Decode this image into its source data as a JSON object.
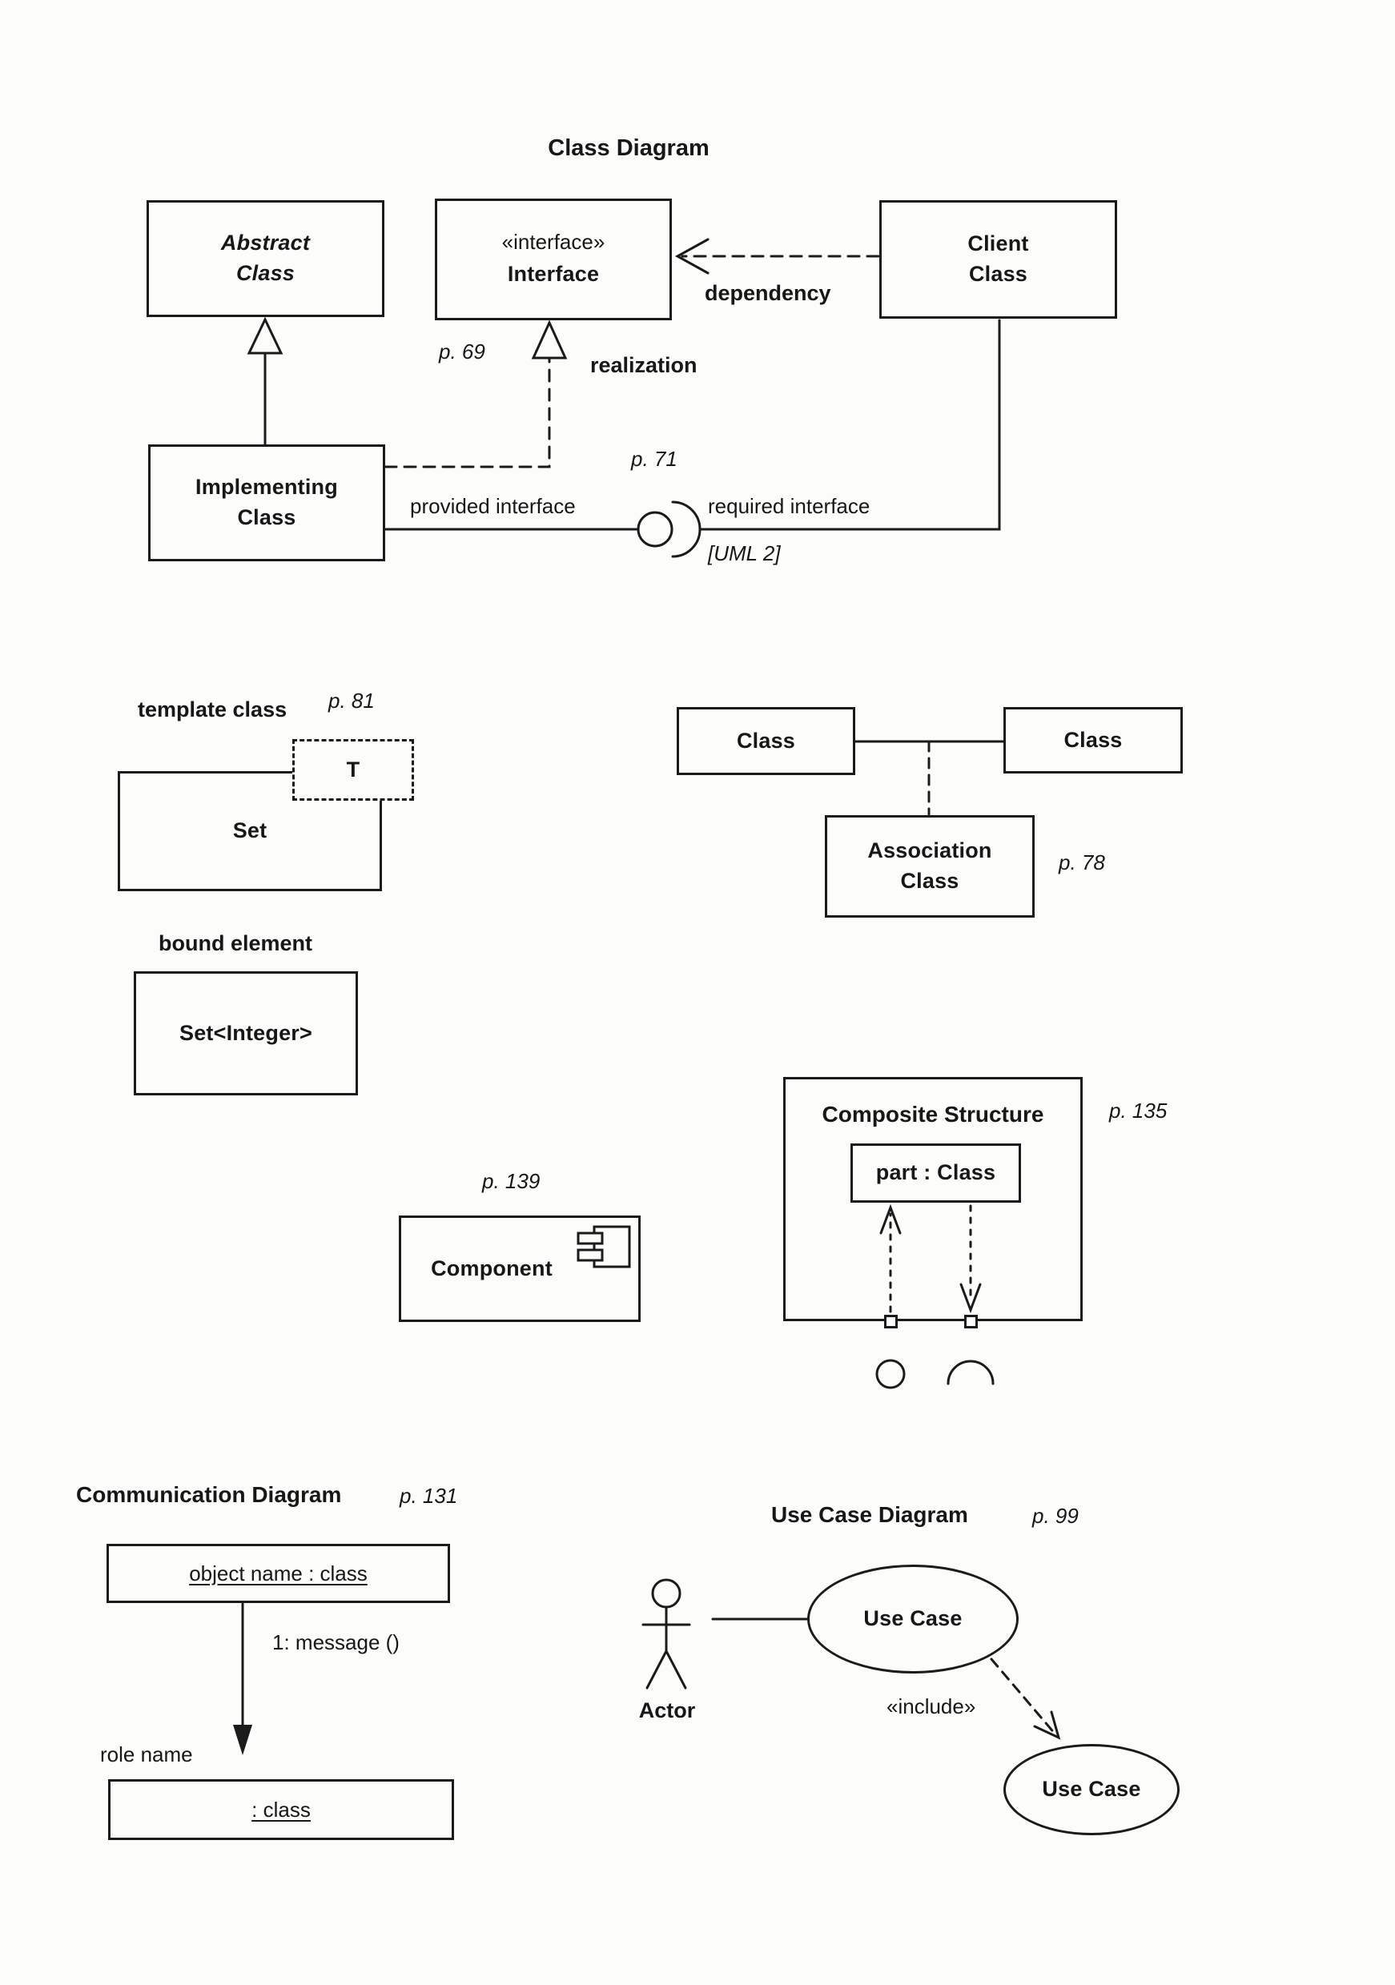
{
  "class_diagram": {
    "title": "Class Diagram",
    "abstract_class_label": "Abstract\nClass",
    "interface_stereotype": "«interface»",
    "interface_name": "Interface",
    "client_class_label": "Client\nClass",
    "implementing_class_label": "Implementing\nClass",
    "dependency_label": "dependency",
    "realization_label": "realization",
    "provided_interface_label": "provided interface",
    "required_interface_label": "required interface",
    "uml2_note": "[UML 2]",
    "interface_page_ref": "p. 69",
    "lollipop_page_ref": "p. 71"
  },
  "template_class": {
    "section_label": "template class",
    "page_ref": "p. 81",
    "class_name": "Set",
    "template_parameter": "T"
  },
  "bound_element": {
    "section_label": "bound element",
    "class_name": "Set<Integer>"
  },
  "association_class": {
    "left_class_label": "Class",
    "right_class_label": "Class",
    "association_class_label": "Association\nClass",
    "page_ref": "p. 78"
  },
  "component": {
    "name": "Component",
    "page_ref": "p. 139"
  },
  "composite_structure": {
    "title": "Composite Structure",
    "page_ref": "p. 135",
    "part_label": "part : Class"
  },
  "communication_diagram": {
    "title": "Communication Diagram",
    "page_ref": "p. 131",
    "object_label": "object name : class",
    "message_label": "1: message ()",
    "role_name_label": "role name",
    "role_object_label": ": class"
  },
  "use_case_diagram": {
    "title": "Use Case Diagram",
    "page_ref": "p. 99",
    "actor_label": "Actor",
    "primary_use_case_label": "Use Case",
    "include_label": "«include»",
    "included_use_case_label": "Use Case"
  }
}
